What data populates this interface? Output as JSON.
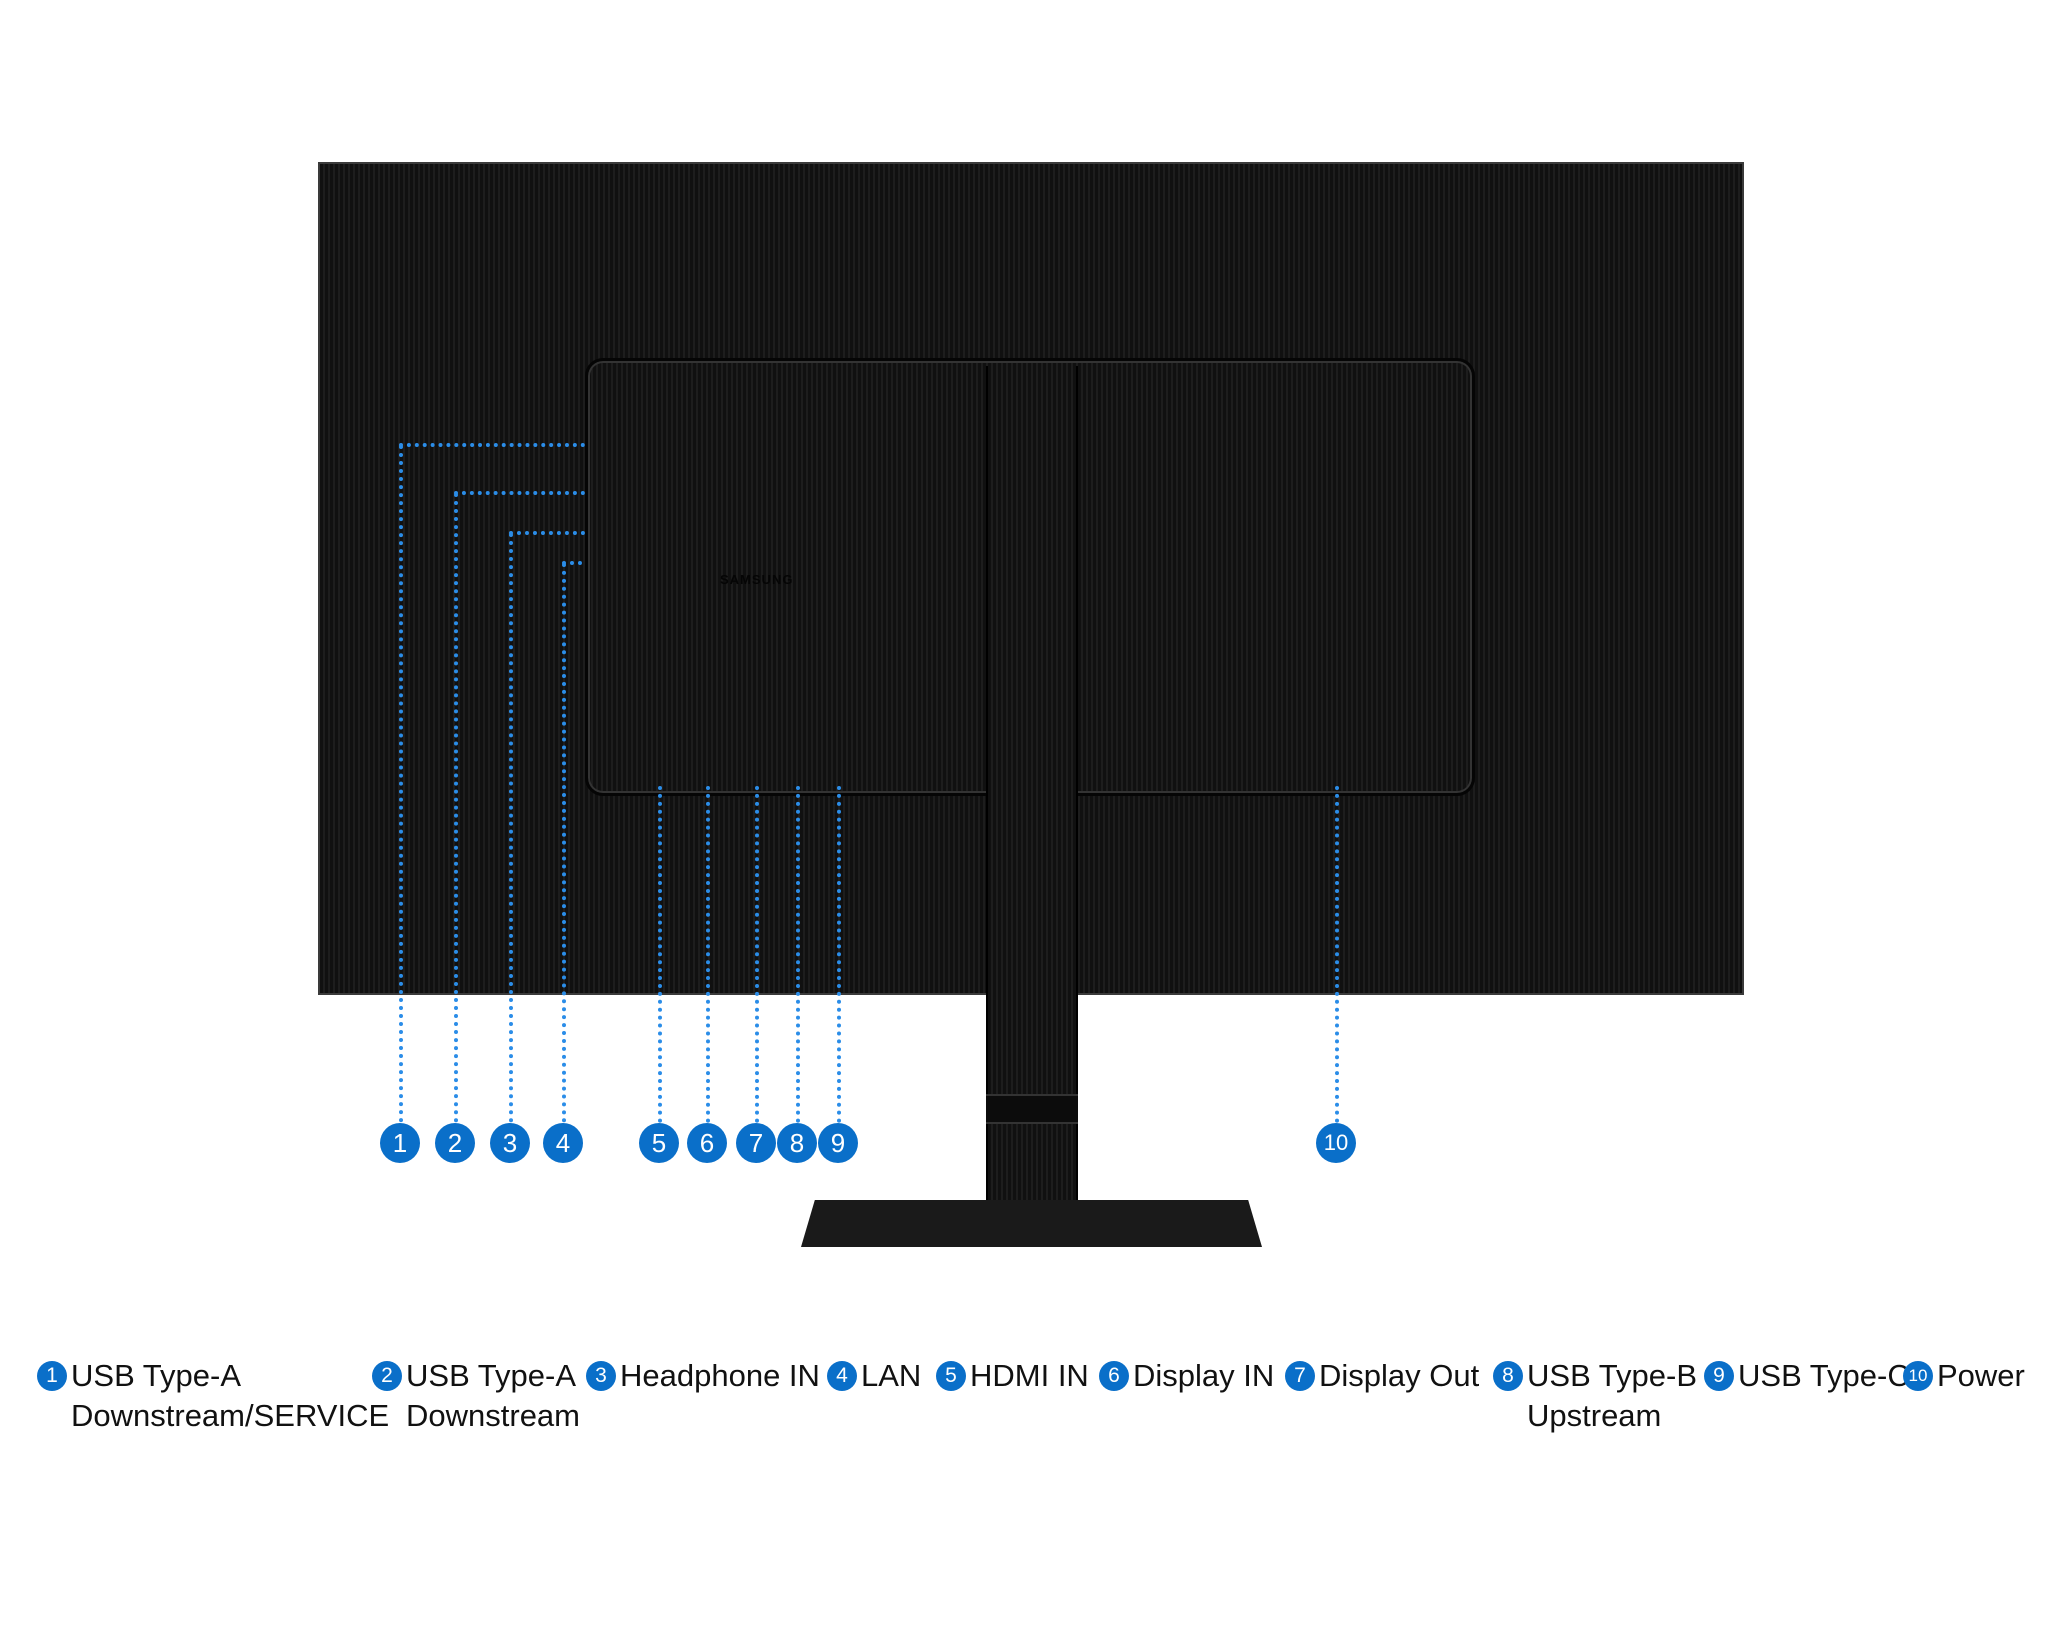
{
  "brand_logo": "SAMSUNG",
  "colors": {
    "accent": "#0a6fc9",
    "callout_line": "#2b8de8",
    "monitor": "#141414"
  },
  "ports": [
    {
      "number": "1",
      "label": "USB Type-A\nDownstream/SERVICE"
    },
    {
      "number": "2",
      "label": "USB Type-A\nDownstream"
    },
    {
      "number": "3",
      "label": "Headphone IN"
    },
    {
      "number": "4",
      "label": "LAN"
    },
    {
      "number": "5",
      "label": "HDMI IN"
    },
    {
      "number": "6",
      "label": "Display IN"
    },
    {
      "number": "7",
      "label": "Display Out"
    },
    {
      "number": "8",
      "label": "USB Type-B\nUpstream"
    },
    {
      "number": "9",
      "label": "USB Type-C"
    },
    {
      "number": "10",
      "label": "Power"
    }
  ]
}
